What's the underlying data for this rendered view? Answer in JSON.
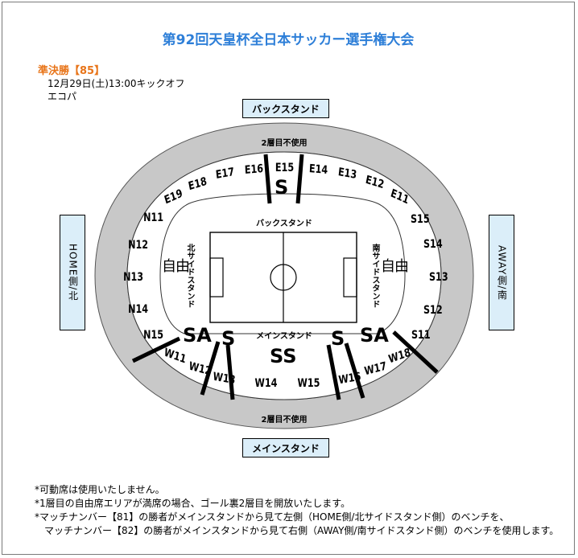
{
  "header": {
    "title": "第92回天皇杯全日本サッカー選手権大会",
    "round": "準決勝【85】",
    "datetime": "12月29日(土)13:00キックオフ",
    "venue": "エコパ"
  },
  "stands": {
    "back_label": "バックスタンド",
    "main_label": "メインスタンド",
    "home_label": "HOME側/北",
    "away_label": "AWAY側/南",
    "field_back": "バックスタンド",
    "field_main": "メインスタンド",
    "north_side": "北サイドスタンド",
    "south_side": "南サイドスタンド",
    "free_left": "自由",
    "free_right": "自由",
    "upper_back": "2層目不使用",
    "upper_main": "2層目不使用"
  },
  "sections": {
    "east": [
      "E11",
      "E12",
      "E13",
      "E14",
      "E15",
      "E16",
      "E17",
      "E18",
      "E19"
    ],
    "north": [
      "N11",
      "N12",
      "N13",
      "N14",
      "N15"
    ],
    "south": [
      "S11",
      "S12",
      "S13",
      "S14",
      "S15"
    ],
    "west": [
      "W11",
      "W12",
      "W13",
      "W14",
      "W15",
      "W16",
      "W17",
      "W18"
    ]
  },
  "zones": {
    "s_back": "S",
    "sa_left": "SA",
    "s_main_left": "S",
    "ss": "SS",
    "s_main_right": "S",
    "sa_right": "SA"
  },
  "notes": [
    "*可動席は使用いたしません。",
    "*1層目の自由席エリアが満席の場合、ゴール裏2層目を開放いたします。",
    "*マッチナンバー【81】の勝者がメインスタンドから見て左側（HOME側/北サイドスタンド側）のベンチを、",
    "　マッチナンバー【82】の勝者がメインスタンドから見て右側（AWAY側/南サイドスタンド側）のベンチを使用します。"
  ],
  "colors": {
    "title": "#2e7fd8",
    "round": "#e8751a",
    "outer_ring": "#c8c8c8",
    "stand_box": "#dbeef9"
  }
}
